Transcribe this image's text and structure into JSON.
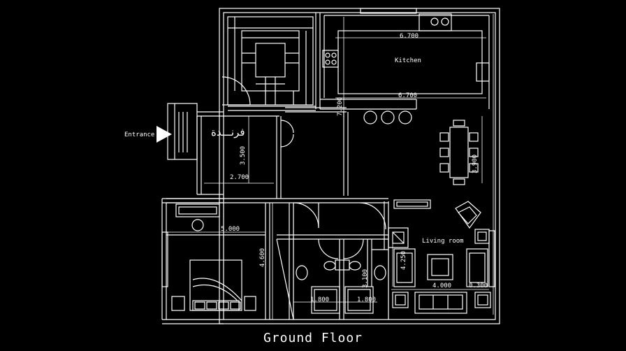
{
  "title": "Ground Floor",
  "labels": {
    "kitchen": "Kitchen",
    "living": "Living room",
    "entrance": "Entrance",
    "hall": "فرنـــدة"
  },
  "dimensions": {
    "kitchen_top": "6.700",
    "kitchen_bottom": "6.700",
    "kitchen_height": "7.200",
    "hall_width": "2.700",
    "hall_height": "3.500",
    "bedroom_width": "5.000",
    "bedroom_height": "4.600",
    "bath_height": "3.100",
    "living_height": "4.250",
    "living_width": "4.000",
    "living_small": "0.300",
    "dining_height": "3.900",
    "bath_left_width": "1.800",
    "bath_right_width": "1.800"
  },
  "colors": {
    "background": "#000000",
    "lines": "#ffffff"
  }
}
